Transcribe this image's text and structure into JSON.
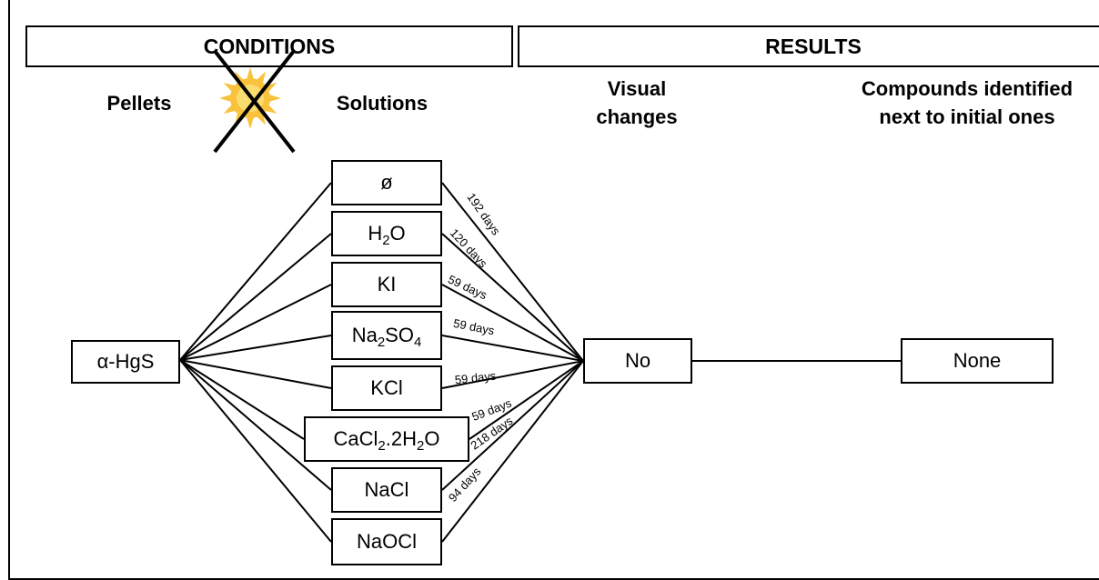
{
  "headers": {
    "conditions": "CONDITIONS",
    "results": "RESULTS"
  },
  "labels": {
    "pellets": "Pellets",
    "solutions": "Solutions",
    "visual_changes": [
      "Visual",
      "changes"
    ],
    "compounds": [
      "Compounds identified",
      "next to initial ones"
    ]
  },
  "sample": "α-HgS",
  "solutions": [
    {
      "parts": [
        [
          "ø",
          ""
        ]
      ],
      "duration": "192 days"
    },
    {
      "parts": [
        [
          "H",
          ""
        ],
        [
          "2",
          "sub"
        ],
        [
          "O",
          ""
        ]
      ],
      "duration": "120 days"
    },
    {
      "parts": [
        [
          "KI",
          ""
        ]
      ],
      "duration": "59 days"
    },
    {
      "parts": [
        [
          "Na",
          ""
        ],
        [
          "2",
          "sub"
        ],
        [
          "SO",
          ""
        ],
        [
          "4",
          "sub"
        ]
      ],
      "duration": "59 days"
    },
    {
      "parts": [
        [
          "KCl",
          ""
        ]
      ],
      "duration": "59 days"
    },
    {
      "parts": [
        [
          "CaCl",
          ""
        ],
        [
          "2",
          "sub"
        ],
        [
          ".2H",
          ""
        ],
        [
          "2",
          "sub"
        ],
        [
          "O",
          ""
        ]
      ],
      "duration": "59 days"
    },
    {
      "parts": [
        [
          "NaCl",
          ""
        ]
      ],
      "duration": "218 days"
    },
    {
      "parts": [
        [
          "NaOCl",
          ""
        ]
      ],
      "duration": "94 days"
    }
  ],
  "results": {
    "visual": "No",
    "compounds": "None"
  },
  "icons": {
    "sun": "sun-icon",
    "cross": "cross-icon"
  },
  "colors": {
    "sun_outer": "#f9c23c",
    "sun_core": "#fbdc6e",
    "stroke": "#000000"
  }
}
